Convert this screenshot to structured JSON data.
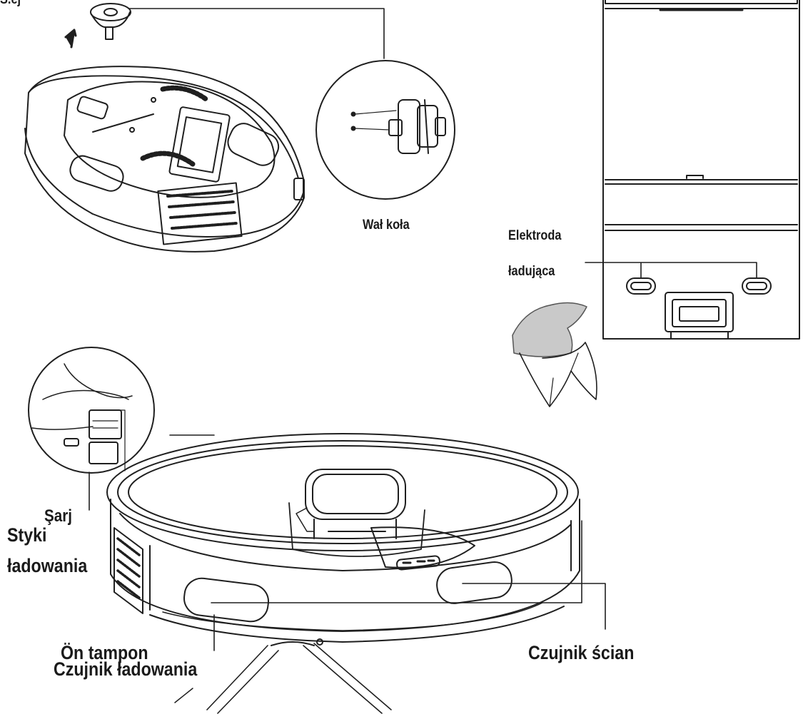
{
  "labels": {
    "cropped_top": "Ś.ej",
    "wheel_shaft": "Wał koła",
    "electrode_line1": "Elektroda",
    "electrode_line2": "ładująca",
    "sarj": "Şarj",
    "contacts_line1": "Styki",
    "contacts_line2": "ładowania",
    "front_pad": "Ön tampon",
    "charge_sensor": "Czujnik ładowania",
    "wall_sensor": "Czujnik ścian"
  },
  "colors": {
    "line": "#1f1f1f",
    "cloth": "#c9c9c9",
    "text": "#1a1a1a"
  }
}
